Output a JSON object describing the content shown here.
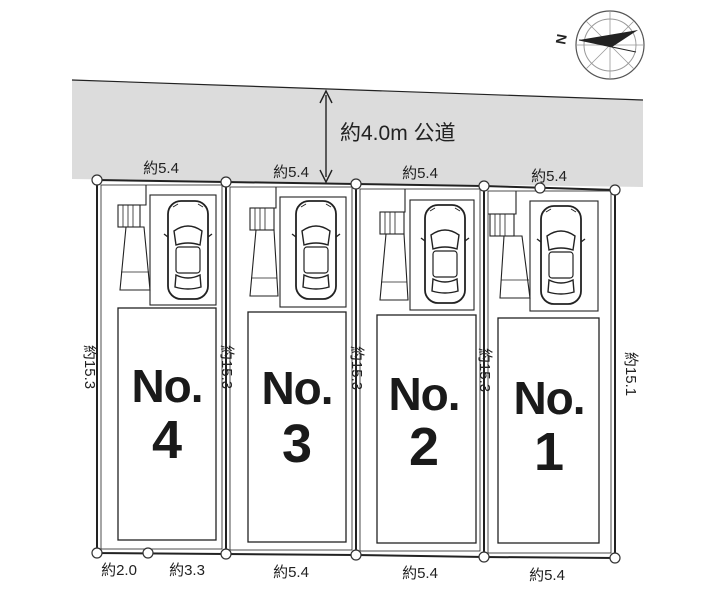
{
  "road": {
    "label": "約4.0m 公道",
    "color": "#dcdcdc"
  },
  "compass": {
    "north": "N"
  },
  "lots": [
    {
      "id": "4",
      "label": "No.",
      "number": "4",
      "top": "約5.4"
    },
    {
      "id": "3",
      "label": "No.",
      "number": "3",
      "top": "約5.4"
    },
    {
      "id": "2",
      "label": "No.",
      "number": "2",
      "top": "約5.4"
    },
    {
      "id": "1",
      "label": "No.",
      "number": "1",
      "top": "約5.4"
    }
  ],
  "dims": {
    "left": "約15.3",
    "div_4_3": "約15.3",
    "div_3_2": "約15.3",
    "div_2_1": "約15.3",
    "right": "約15.1",
    "bottom_4a": "約2.0",
    "bottom_4b": "約3.3",
    "bottom_3": "約5.4",
    "bottom_2": "約5.4",
    "bottom_1": "約5.4"
  }
}
